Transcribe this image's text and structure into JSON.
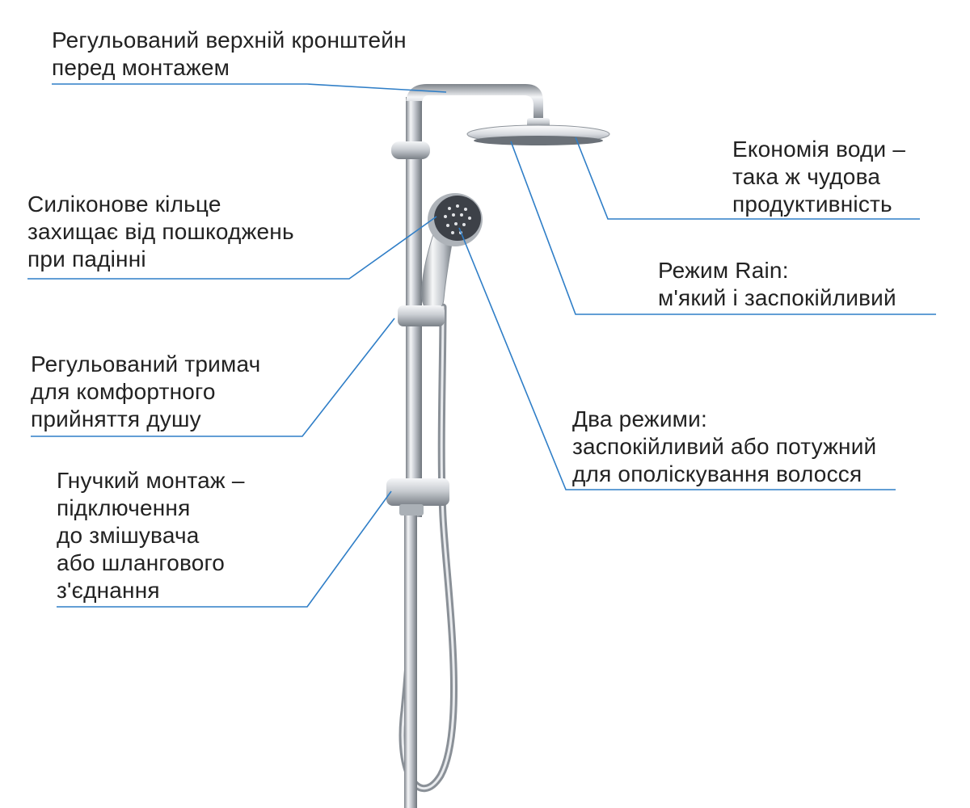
{
  "colors": {
    "leader": "#2f7ec7",
    "text": "#222222",
    "chrome_dark": "#8a8f96",
    "chrome_mid": "#c9cdd2",
    "chrome_light": "#f3f4f6",
    "spray_face": "#3d4148"
  },
  "callouts": {
    "top_bracket": {
      "lines": [
        "Регульований верхній кронштейн",
        "перед монтажем"
      ]
    },
    "water_saving": {
      "lines": [
        "Економія води –",
        "така ж чудова",
        "продуктивність"
      ]
    },
    "silicone_ring": {
      "lines": [
        "Силіконове кільце",
        "захищає від пошкоджень",
        "при падінні"
      ]
    },
    "rain_mode": {
      "lines": [
        "Режим Rain:",
        "м'який і заспокійливий"
      ]
    },
    "holder": {
      "lines": [
        "Регульований тримач",
        "для комфортного",
        "прийняття душу"
      ]
    },
    "two_modes": {
      "lines": [
        "Два режими:",
        "заспокійливий або потужний",
        "для ополіскування волосся"
      ]
    },
    "flexible_mount": {
      "lines": [
        "Гнучкий монтаж –",
        "підключення",
        "до змішувача",
        "або шлангового",
        "з'єднання"
      ]
    }
  }
}
